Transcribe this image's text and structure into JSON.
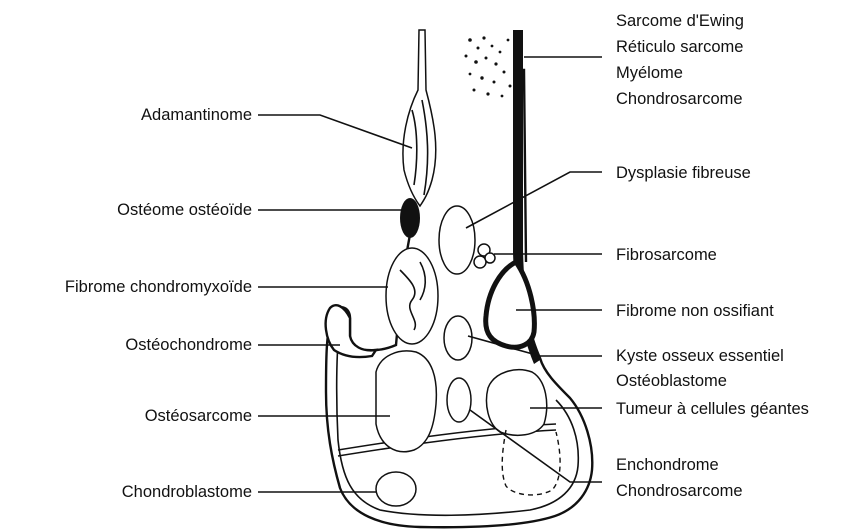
{
  "labels_left": [
    "Adamantinome",
    "Ostéome ostéoïde",
    "Fibrome chondromyxoïde",
    "Ostéochondrome",
    "Ostéosarcome",
    "Chondroblastome"
  ],
  "labels_right": [
    "Sarcome d'Ewing",
    "Réticulo sarcome",
    "Myélome",
    "Chondrosarcome",
    "Dysplasie fibreuse",
    "Fibrosarcome",
    "Fibrome non ossifiant",
    "Kyste osseux essentiel",
    "Ostéoblastome",
    "Tumeur à cellules géantes",
    "Enchondrome",
    "Chondrosarcome"
  ]
}
